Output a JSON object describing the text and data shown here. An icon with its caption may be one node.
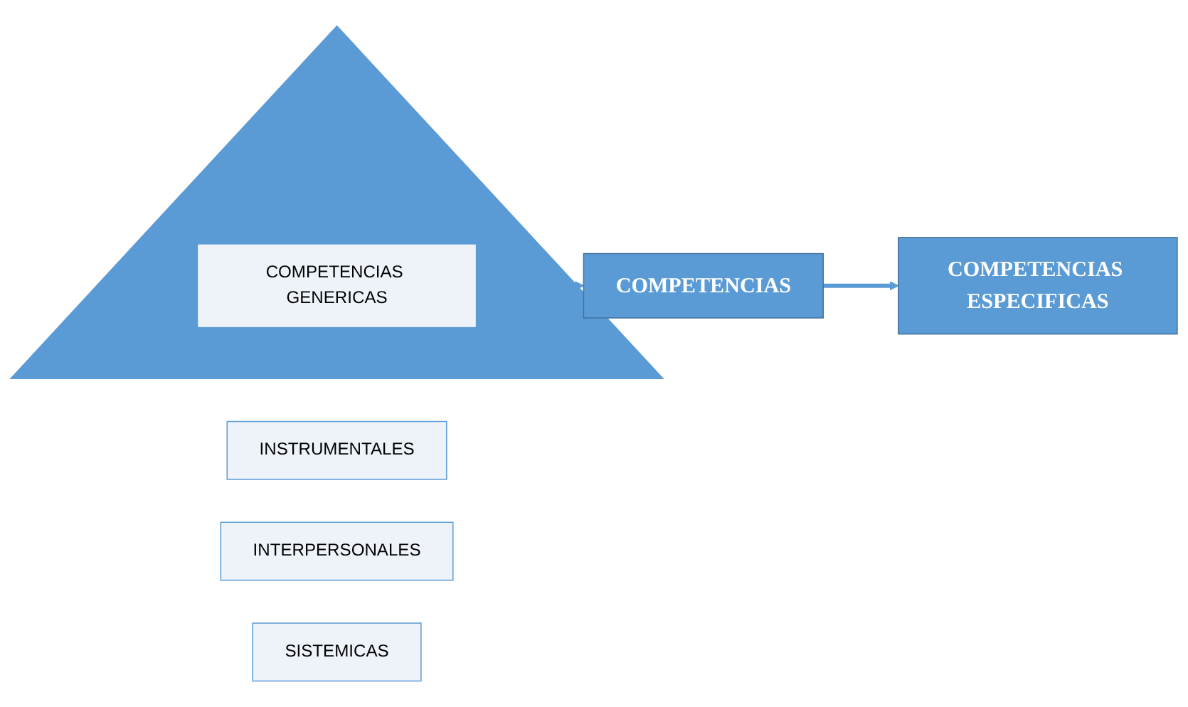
{
  "diagram": {
    "nodes": [
      {
        "text": [],
        "shape": "triangle"
      },
      {
        "text": [
          "INSTRUMENTALES"
        ]
      },
      {
        "text": [
          "INTERPERSONALES"
        ]
      },
      {
        "text": [
          "SISTEMICAS"
        ]
      },
      {
        "text": [
          "COMPETENCIAS GENERICAS"
        ],
        "in": 0
      },
      {
        "text": [
          "COMPETENCIAS"
        ]
      },
      {
        "text": [
          "COMPETENCIAS ESPECIFICAS"
        ]
      }
    ],
    "edges": [
      {
        "from": 0,
        "to": 5,
        "arrow": "to"
      },
      {
        "from": 5,
        "to": 6,
        "arrow": "to"
      }
    ]
  }
}
